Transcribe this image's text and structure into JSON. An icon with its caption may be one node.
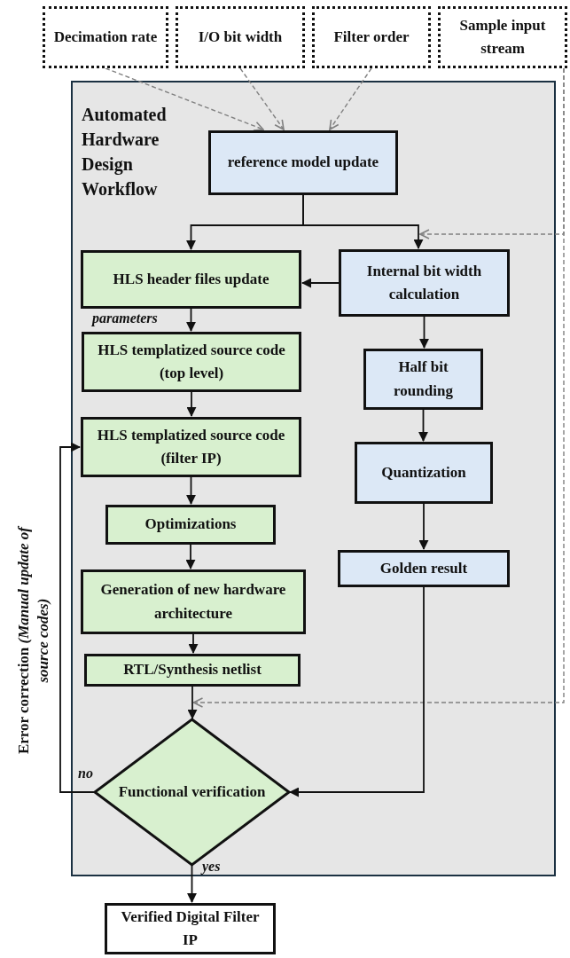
{
  "diagram": {
    "nodes": [
      {
        "text": [
          "Decimation rate"
        ]
      },
      {
        "text": [
          "I/O bit width"
        ]
      },
      {
        "text": [
          "Filter order"
        ]
      },
      {
        "text": [
          "Sample input stream"
        ]
      },
      {
        "text": [
          "Automated Hardware Design Workflow"
        ]
      },
      {
        "text": [
          "reference model update"
        ],
        "in": 4
      },
      {
        "text": [
          "HLS header files update"
        ],
        "in": 4
      },
      {
        "text": [
          "Internal bit width calculation"
        ],
        "in": 4
      },
      {
        "text": [
          "HLS templatized source code (top level)"
        ],
        "in": 4
      },
      {
        "text": [
          "HLS templatized source code (filter IP)"
        ],
        "in": 4
      },
      {
        "text": [
          "Half bit rounding"
        ],
        "in": 4
      },
      {
        "text": [
          "Quantization"
        ],
        "in": 4
      },
      {
        "text": [
          "Optimizations"
        ],
        "in": 4
      },
      {
        "text": [
          "Golden result"
        ],
        "in": 4
      },
      {
        "text": [
          "Generation of new hardware architecture"
        ],
        "in": 4
      },
      {
        "text": [
          "RTL/Synthesis netlist"
        ],
        "in": 4
      },
      {
        "text": [
          "Functional verification"
        ],
        "in": 4
      },
      {
        "text": [
          "Verified Digital Filter IP"
        ]
      }
    ],
    "edges": [
      {
        "from": 0,
        "to": 5,
        "arrow": "to",
        "style": "dashed",
        "color": "#808080"
      },
      {
        "from": 1,
        "to": 5,
        "arrow": "to",
        "style": "dashed",
        "color": "#808080"
      },
      {
        "from": 2,
        "to": 5,
        "arrow": "to",
        "style": "dashed",
        "color": "#808080"
      },
      {
        "from": 5,
        "to": 6,
        "arrow": "to"
      },
      {
        "from": 5,
        "to": 7,
        "arrow": "to"
      },
      {
        "from": 3,
        "to": 7,
        "arrow": "to",
        "style": "dashed",
        "color": "#808080"
      },
      {
        "from": 3,
        "to": 16,
        "arrow": "to",
        "style": "dashed",
        "color": "#808080"
      },
      {
        "from": 7,
        "to": 6,
        "arrow": "to"
      },
      {
        "from": 6,
        "to": 8,
        "arrow": "to",
        "label": "parameters"
      },
      {
        "from": 8,
        "to": 9,
        "arrow": "to"
      },
      {
        "from": 9,
        "to": 12,
        "arrow": "to"
      },
      {
        "from": 12,
        "to": 14,
        "arrow": "to"
      },
      {
        "from": 14,
        "to": 15,
        "arrow": "to"
      },
      {
        "from": 15,
        "to": 16,
        "arrow": "to"
      },
      {
        "from": 7,
        "to": 10,
        "arrow": "to"
      },
      {
        "from": 10,
        "to": 11,
        "arrow": "to"
      },
      {
        "from": 11,
        "to": 13,
        "arrow": "to"
      },
      {
        "from": 13,
        "to": 16,
        "arrow": "to"
      },
      {
        "from": 16,
        "to": 9,
        "arrow": "to",
        "label": "no"
      },
      {
        "from": 16,
        "to": 17,
        "arrow": "to",
        "label": "yes"
      }
    ],
    "labels": [
      "Error correction *(Manual update of source codes)*"
    ]
  }
}
